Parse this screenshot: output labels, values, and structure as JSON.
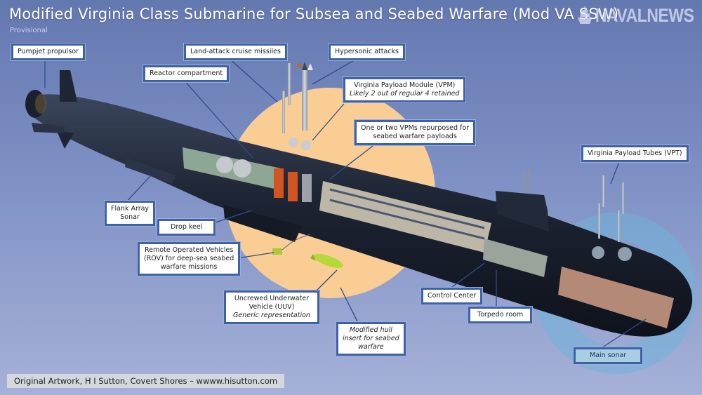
{
  "header": {
    "title": "Modified Virginia Class Submarine for Subsea and Seabed Warfare (Mod VA SSW)",
    "subtitle": "Provisional",
    "logo_text": "NAVALNEWS",
    "logo_icon": "ship-icon"
  },
  "colors": {
    "background_top": "#6478b0",
    "background_bottom": "#a6b1d8",
    "highlight_circle": "#f9cd94",
    "hull": "#1c2332",
    "label_border": "#3e61a8",
    "sonar_ring": "#6fb3d9"
  },
  "labels": {
    "pumpjet": "Pumpjet propulsor",
    "land_attack": "Land-attack cruise missiles",
    "hypersonic": "Hypersonic attacks",
    "reactor": "Reactor compartment",
    "vpm_line1": "Virginia Payload Module (VPM)",
    "vpm_line2": "Likely 2 out of regular 4 retained",
    "vpm_repurposed_line1": "One or two VPMs repurposed for",
    "vpm_repurposed_line2": "seabed warfare payloads",
    "vpt": "Virginia Payload Tubes (VPT)",
    "flank_line1": "Flank Array",
    "flank_line2": "Sonar",
    "drop_keel": "Drop keel",
    "rov_line1": "Remote Operated Vehicles",
    "rov_line2": "(ROV) for deep-sea seabed",
    "rov_line3": "warfare missions",
    "uuv_line1": "Uncrewed Underwater",
    "uuv_line2": "Vehicle (UUV)",
    "uuv_line3": "Generic representation",
    "hull_line1": "Modified hull",
    "hull_line2": "insert for seabed",
    "hull_line3": "warfare",
    "control": "Control Center",
    "torpedo": "Torpedo room",
    "main_sonar": "Main sonar"
  },
  "credit": "Original Artwork, H I Sutton, Covert Shores – wwww.hisutton.com"
}
